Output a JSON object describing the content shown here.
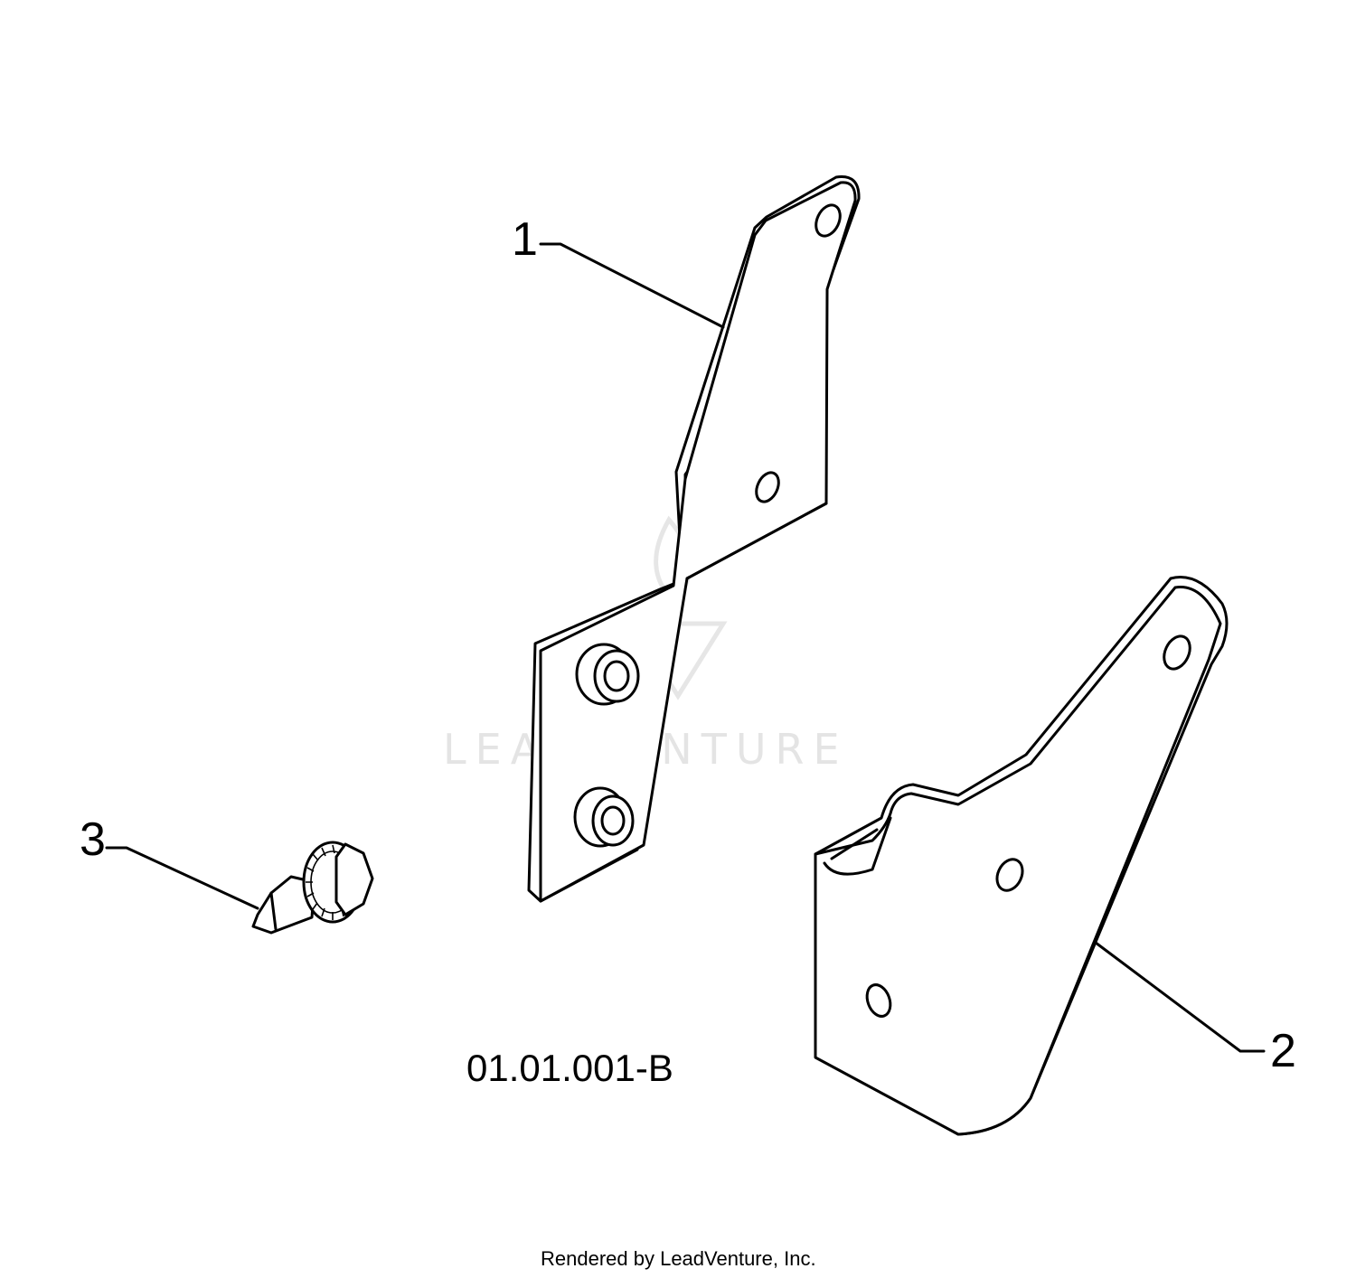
{
  "callouts": {
    "part1": "1",
    "part2": "2",
    "part3": "3"
  },
  "diagram_code": "01.01.001-B",
  "watermark": "LEADVENTURE",
  "footer": "Rendered by LeadVenture, Inc.",
  "colors": {
    "line": "#000000",
    "background": "#ffffff",
    "watermark": "#e4e4e4"
  }
}
